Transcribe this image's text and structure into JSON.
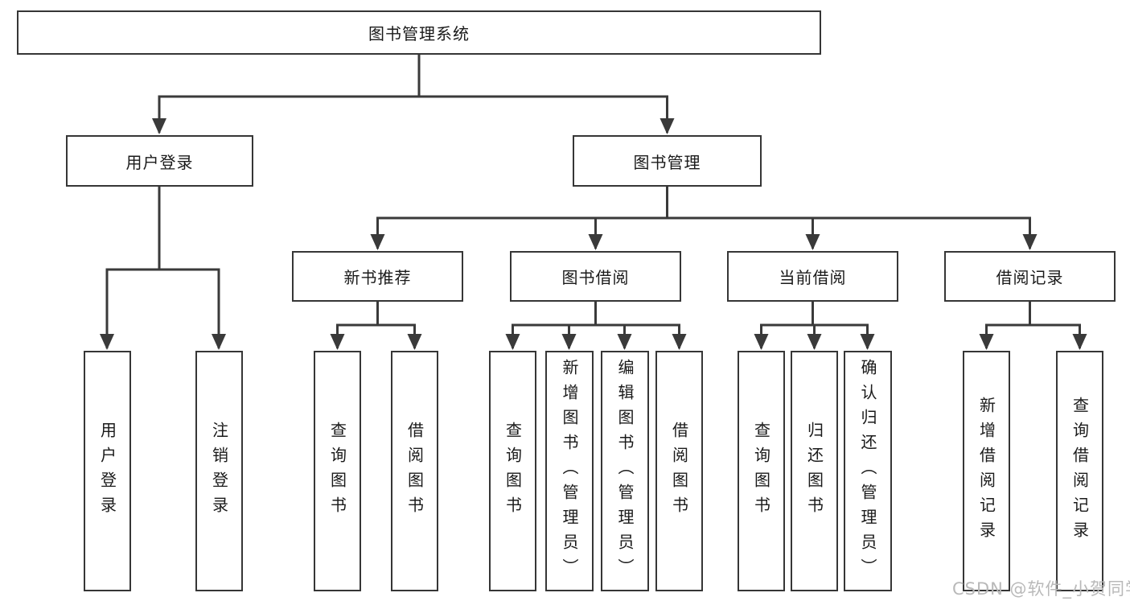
{
  "diagram": {
    "type": "hierarchy-tree",
    "colors": {
      "line": "#3a3a3a",
      "box_border": "#363636",
      "box_fill": "#ffffff",
      "text": "#1a1a1a",
      "watermark": "#b9b9b9",
      "background": "#ffffff"
    }
  },
  "tree": {
    "label": "图书管理系统",
    "children": [
      {
        "label": "用户登录",
        "children": [
          {
            "label": "用户登录"
          },
          {
            "label": "注销登录"
          }
        ]
      },
      {
        "label": "图书管理",
        "children": [
          {
            "label": "新书推荐",
            "children": [
              {
                "label": "查询图书"
              },
              {
                "label": "借阅图书"
              }
            ]
          },
          {
            "label": "图书借阅",
            "children": [
              {
                "label": "查询图书"
              },
              {
                "label": "新增图书（管理员）"
              },
              {
                "label": "编辑图书（管理员）"
              },
              {
                "label": "借阅图书"
              }
            ]
          },
          {
            "label": "当前借阅",
            "children": [
              {
                "label": "查询图书"
              },
              {
                "label": "归还图书"
              },
              {
                "label": "确认归还（管理员）"
              }
            ]
          },
          {
            "label": "借阅记录",
            "children": [
              {
                "label": "新增借阅记录"
              },
              {
                "label": "查询借阅记录"
              }
            ]
          }
        ]
      }
    ]
  },
  "watermark": {
    "text": "CSDN @软件_小贺同学"
  }
}
